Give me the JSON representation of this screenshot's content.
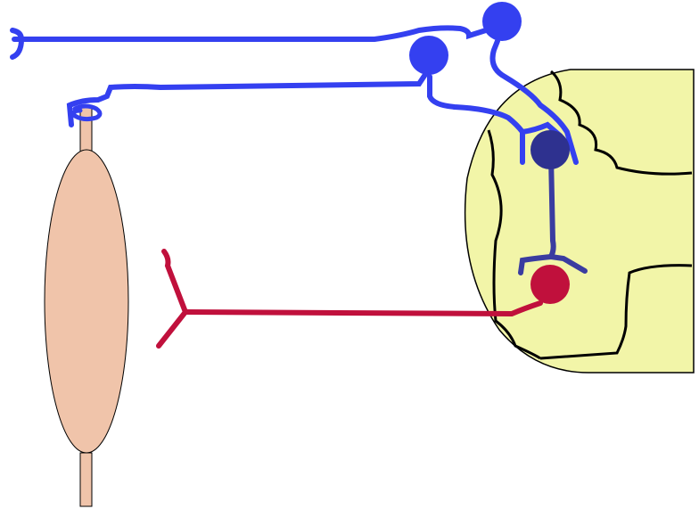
{
  "diagram": {
    "colors": {
      "background": "#ffffff",
      "spinal_cord_fill": "#f2f5a8",
      "spinal_cord_outline": "#000000",
      "gray_matter_line": "#000000",
      "sensory_neuron": "#3440f0",
      "sensory_soma": "#3440f0",
      "interneuron": "#3a3ca0",
      "interneuron_soma": "#2e318f",
      "motor_neuron": "#c0103c",
      "motor_soma": "#c0103c",
      "muscle_fill": "#f0c4aa",
      "muscle_outline": "#000000"
    },
    "components": [
      {
        "id": "sensory-neuron-1",
        "role": "afferent (sensory) neuron"
      },
      {
        "id": "sensory-neuron-2",
        "role": "afferent (sensory) neuron from muscle spindle"
      },
      {
        "id": "interneuron",
        "role": "spinal interneuron"
      },
      {
        "id": "motor-neuron",
        "role": "efferent (motor) neuron"
      },
      {
        "id": "muscle",
        "role": "skeletal muscle with tendons"
      },
      {
        "id": "spinal-cord",
        "role": "spinal cord cross-section"
      }
    ]
  }
}
